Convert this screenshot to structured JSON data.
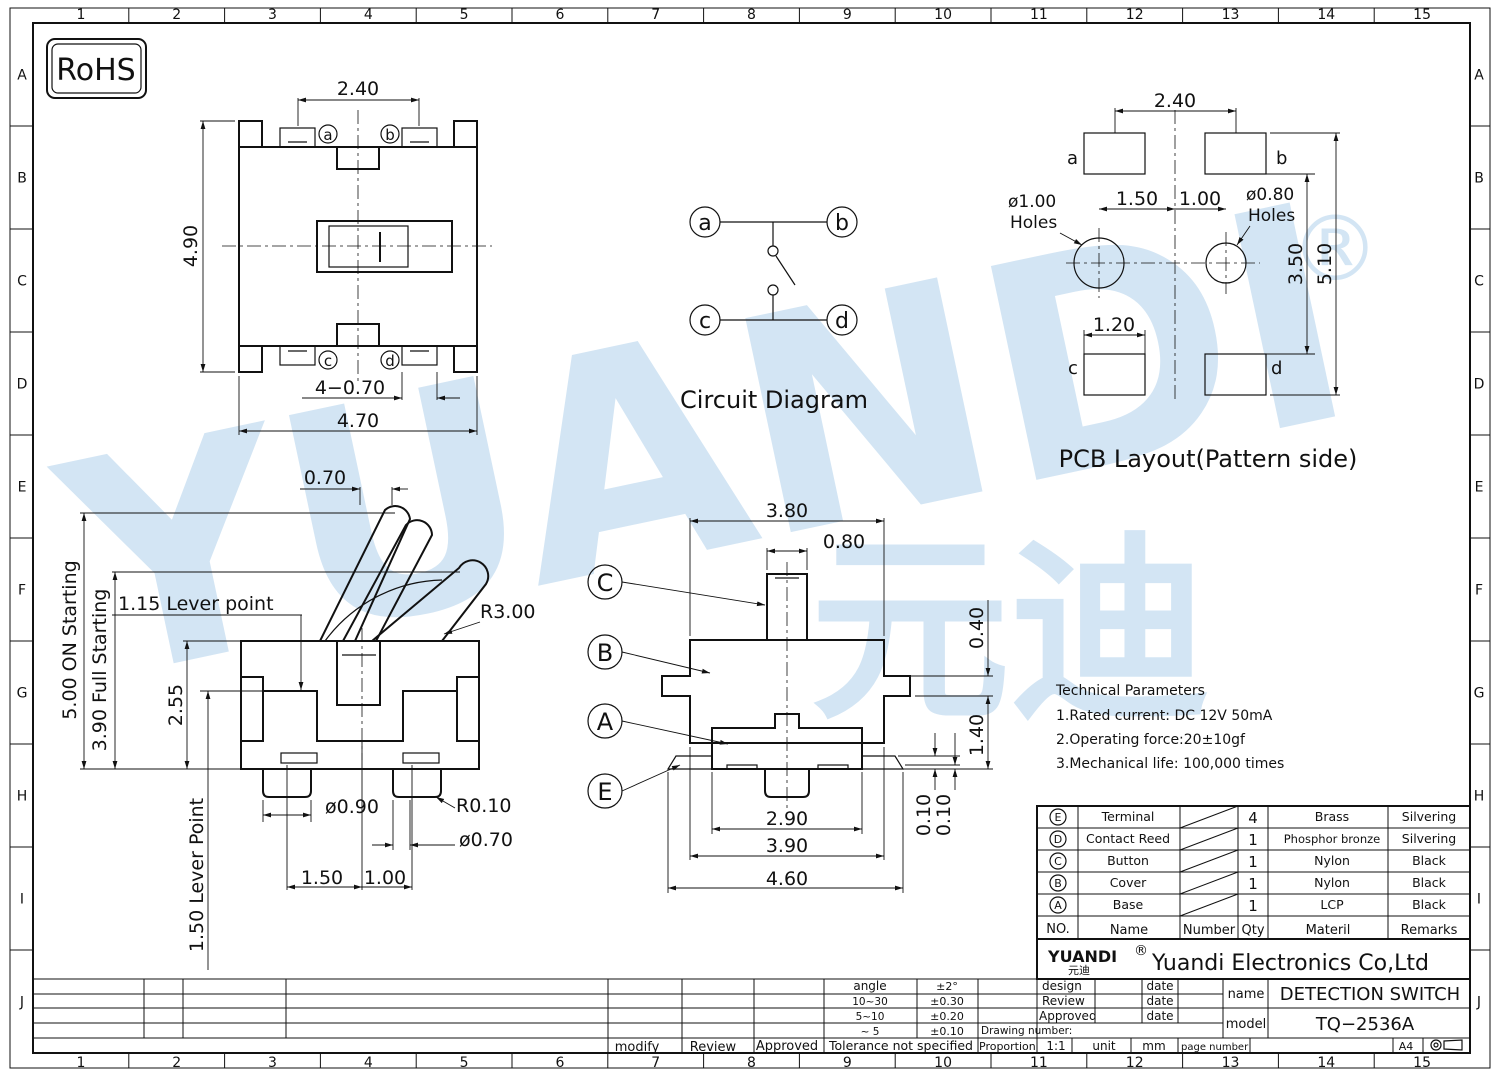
{
  "border": {
    "cols": [
      "1",
      "2",
      "3",
      "4",
      "5",
      "6",
      "7",
      "8",
      "9",
      "10",
      "11",
      "12",
      "13",
      "14",
      "15"
    ],
    "rows": [
      "A",
      "B",
      "C",
      "D",
      "E",
      "F",
      "G",
      "H",
      "I",
      "J"
    ]
  },
  "rohs": "RoHS",
  "watermark": {
    "latin": "YUANDI",
    "cjk": "元迪",
    "reg": "®"
  },
  "top_view": {
    "d_pitch": "2.40",
    "d_height": "4.90",
    "d_pin": "4−0.70",
    "d_width": "4.70",
    "pins": [
      "a",
      "b",
      "c",
      "d"
    ]
  },
  "circuit": {
    "title": "Circuit Diagram",
    "nodes": [
      "a",
      "b",
      "c",
      "d"
    ]
  },
  "pcb": {
    "title": "PCB Layout(Pattern side)",
    "d_pitch": "2.40",
    "d_h1": "1.50",
    "d_h2": "1.00",
    "hole1": "ø1.00",
    "hole1_sub": "Holes",
    "hole2": "ø0.80",
    "hole2_sub": "Holes",
    "d_35": "3.50",
    "d_51": "5.10",
    "d_pad": "1.20",
    "pads": [
      "a",
      "b",
      "c",
      "d"
    ]
  },
  "side_view": {
    "d_lever": "0.70",
    "d_on": "5.00  ON  Starting",
    "d_full": "3.90  Full  Starting",
    "lever_point": "1.15  Lever  point",
    "radius": "R3.00",
    "d_h": "2.55",
    "d_post": "ø0.90",
    "r_small": "R0.10",
    "d_pin": "ø0.70",
    "d_150": "1.50",
    "d_100": "1.00",
    "d_lever_pt": "1.50  Lever  Point"
  },
  "front_view": {
    "d_380": "3.80",
    "d_080": "0.80",
    "d_040": "0.40",
    "d_140": "1.40",
    "d_290": "2.90",
    "d_390": "3.90",
    "d_460": "4.60",
    "d_010a": "0.10",
    "d_010b": "0.10",
    "callouts": [
      "C",
      "B",
      "A",
      "E"
    ]
  },
  "tech": {
    "title": "Technical  Parameters",
    "lines": [
      "1.Rated  current:  DC  12V  50mA",
      "2.Operating  force:20±10gf",
      "3.Mechanical  life:  100,000  times"
    ]
  },
  "bom": {
    "rows": [
      {
        "id": "E",
        "name": "Terminal",
        "qty": "4",
        "mat": "Brass",
        "rem": "Silvering"
      },
      {
        "id": "D",
        "name": "Contact  Reed",
        "qty": "1",
        "mat": "Phosphor  bronze",
        "rem": "Silvering"
      },
      {
        "id": "C",
        "name": "Button",
        "qty": "1",
        "mat": "Nylon",
        "rem": "Black"
      },
      {
        "id": "B",
        "name": "Cover",
        "qty": "1",
        "mat": "Nylon",
        "rem": "Black"
      },
      {
        "id": "A",
        "name": "Base",
        "qty": "1",
        "mat": "LCP",
        "rem": "Black"
      }
    ],
    "header": {
      "no": "NO.",
      "name": "Name",
      "number": "Number",
      "qty": "Qty",
      "mat": "Materil",
      "rem": "Remarks"
    }
  },
  "title_block": {
    "logo": "YUANDI",
    "logo_cjk": "元迪",
    "reg": "®",
    "company": "Yuandi  Electronics  Co,Ltd",
    "design": "design",
    "review": "Review",
    "approved": "Approved",
    "date": "date",
    "name_label": "name",
    "name_value": "DETECTION  SWITCH",
    "model_label": "model",
    "model_value": "TQ−2536A",
    "drawing_number": "Drawing  number:",
    "proportion": "Proportion",
    "scale": "1:1",
    "unit": "unit",
    "unit_value": "mm",
    "page_number": "page  number",
    "paper": "A4",
    "modify": "modify",
    "rev": "Review",
    "appr": "Approved",
    "tol_title": "Tolerance  not  specified",
    "tol": [
      {
        "k": "angle",
        "v": "±2°"
      },
      {
        "k": "10~30",
        "v": "±0.30"
      },
      {
        "k": "5~10",
        "v": "±0.20"
      },
      {
        "k": "~ 5",
        "v": "±0.10"
      }
    ]
  },
  "colors": {
    "watermark": "#cfe3f3",
    "watermark_green": "#d7ecd8",
    "ink": "#111111"
  }
}
